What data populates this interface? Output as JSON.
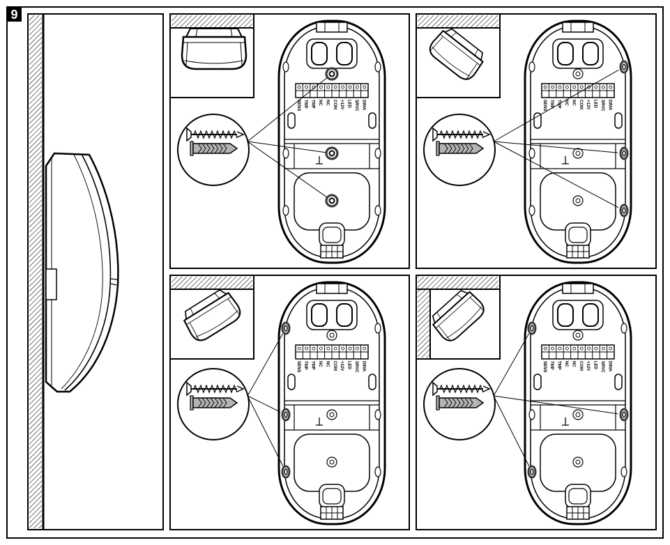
{
  "figure": {
    "number": "9"
  },
  "terminal_labels": [
    "SENS",
    "TMP",
    "TMP",
    "NC",
    "NC",
    "COM",
    "+12V",
    "LED",
    "SRVC",
    "DIMA"
  ],
  "colors": {
    "line": "#000000",
    "background": "#ffffff",
    "wall_plug": "#b4b4b4",
    "hole_used": "#3a3a3a"
  }
}
